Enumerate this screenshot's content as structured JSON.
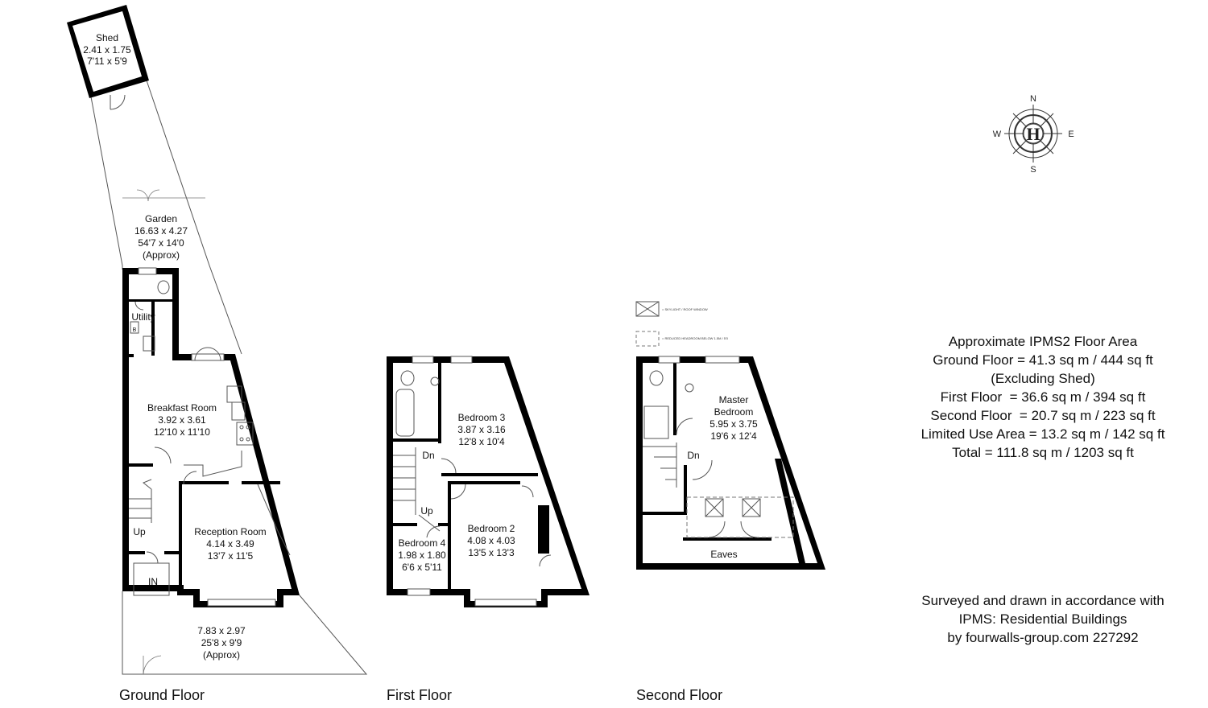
{
  "ground_floor": {
    "title": "Ground Floor",
    "shed": {
      "name": "Shed",
      "metric": "2.41 x 1.75",
      "imperial": "7'11 x 5'9"
    },
    "garden": {
      "name": "Garden",
      "metric": "16.63 x 4.27",
      "imperial": "54'7 x 14'0",
      "note": "(Approx)"
    },
    "utility": {
      "name": "Utility",
      "boiler": "B"
    },
    "breakfast": {
      "name": "Breakfast Room",
      "metric": "3.92 x 3.61",
      "imperial": "12'10 x 11'10"
    },
    "reception": {
      "name": "Reception Room",
      "metric": "4.14 x 3.49",
      "imperial": "13'7 x 11'5"
    },
    "up": "Up",
    "entrance": "IN",
    "front": {
      "metric": "7.83 x 2.97",
      "imperial": "25'8 x 9'9",
      "note": "(Approx)"
    }
  },
  "first_floor": {
    "title": "First Floor",
    "bedroom3": {
      "name": "Bedroom 3",
      "metric": "3.87 x 3.16",
      "imperial": "12'8 x 10'4"
    },
    "bedroom2": {
      "name": "Bedroom 2",
      "metric": "4.08 x 4.03",
      "imperial": "13'5 x 13'3"
    },
    "bedroom4": {
      "name": "Bedroom 4",
      "metric": "1.98 x 1.80",
      "imperial": "6'6 x 5'11"
    },
    "dn": "Dn",
    "up": "Up"
  },
  "second_floor": {
    "title": "Second Floor",
    "master": {
      "name1": "Master",
      "name2": "Bedroom",
      "metric": "5.95 x 3.75",
      "imperial": "19'6 x 12'4"
    },
    "dn": "Dn",
    "eaves": "Eaves",
    "legend_skylight": "= SKYLIGHT / ROOF WINDOW",
    "legend_headroom": "= REDUCED HEADROOM BELOW 1.5M / 5'0"
  },
  "compass": {
    "n": "N",
    "s": "S",
    "e": "E",
    "w": "W",
    "logo": "H"
  },
  "area": {
    "heading": "Approximate IPMS2 Floor Area",
    "ground": "Ground Floor = 41.3 sq m / 444 sq ft",
    "ground_note": "(Excluding Shed)",
    "first": "First Floor  = 36.6 sq m / 394 sq ft",
    "second": "Second Floor  = 20.7 sq m / 223 sq ft",
    "limited": "Limited Use Area = 13.2 sq m / 142 sq ft",
    "total": "Total = 111.8 sq m / 1203 sq ft"
  },
  "credit": {
    "line1": "Surveyed and drawn in accordance with",
    "line2": "IPMS: Residential Buildings",
    "line3": "by fourwalls-group.com 227292"
  }
}
